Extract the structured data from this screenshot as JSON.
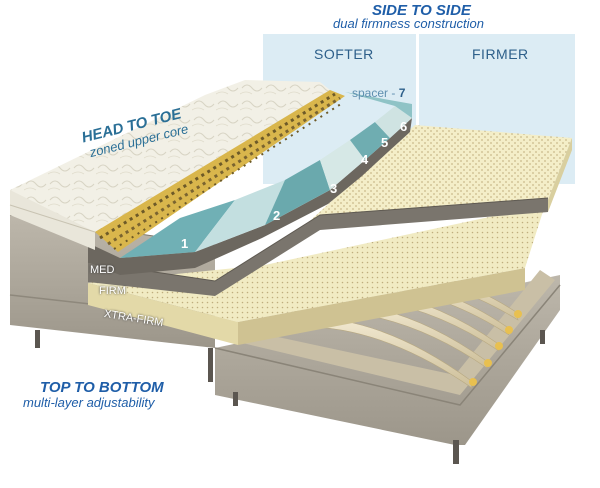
{
  "side_to_side": {
    "title": "SIDE TO SIDE",
    "subtitle": "dual firmness construction",
    "softer_label": "SOFTER",
    "firmer_label": "FIRMER"
  },
  "head_to_toe": {
    "title": "HEAD TO TOE",
    "subtitle": "zoned upper core"
  },
  "top_to_bottom": {
    "title": "TOP TO BOTTOM",
    "subtitle": "multi-layer adjustability"
  },
  "spacer": {
    "label": "spacer -",
    "number": "7"
  },
  "zones": [
    "1",
    "2",
    "3",
    "4",
    "5",
    "6"
  ],
  "layers": [
    "MED",
    "FIRM",
    "XTRA-FIRM"
  ],
  "colors": {
    "heading_blue": "#1f5ea8",
    "panel_blue": "#dcecf4",
    "foam_cream": "#f3edc6",
    "zone_teal": "#6faeb4",
    "base_fabric": "#aca69a"
  }
}
